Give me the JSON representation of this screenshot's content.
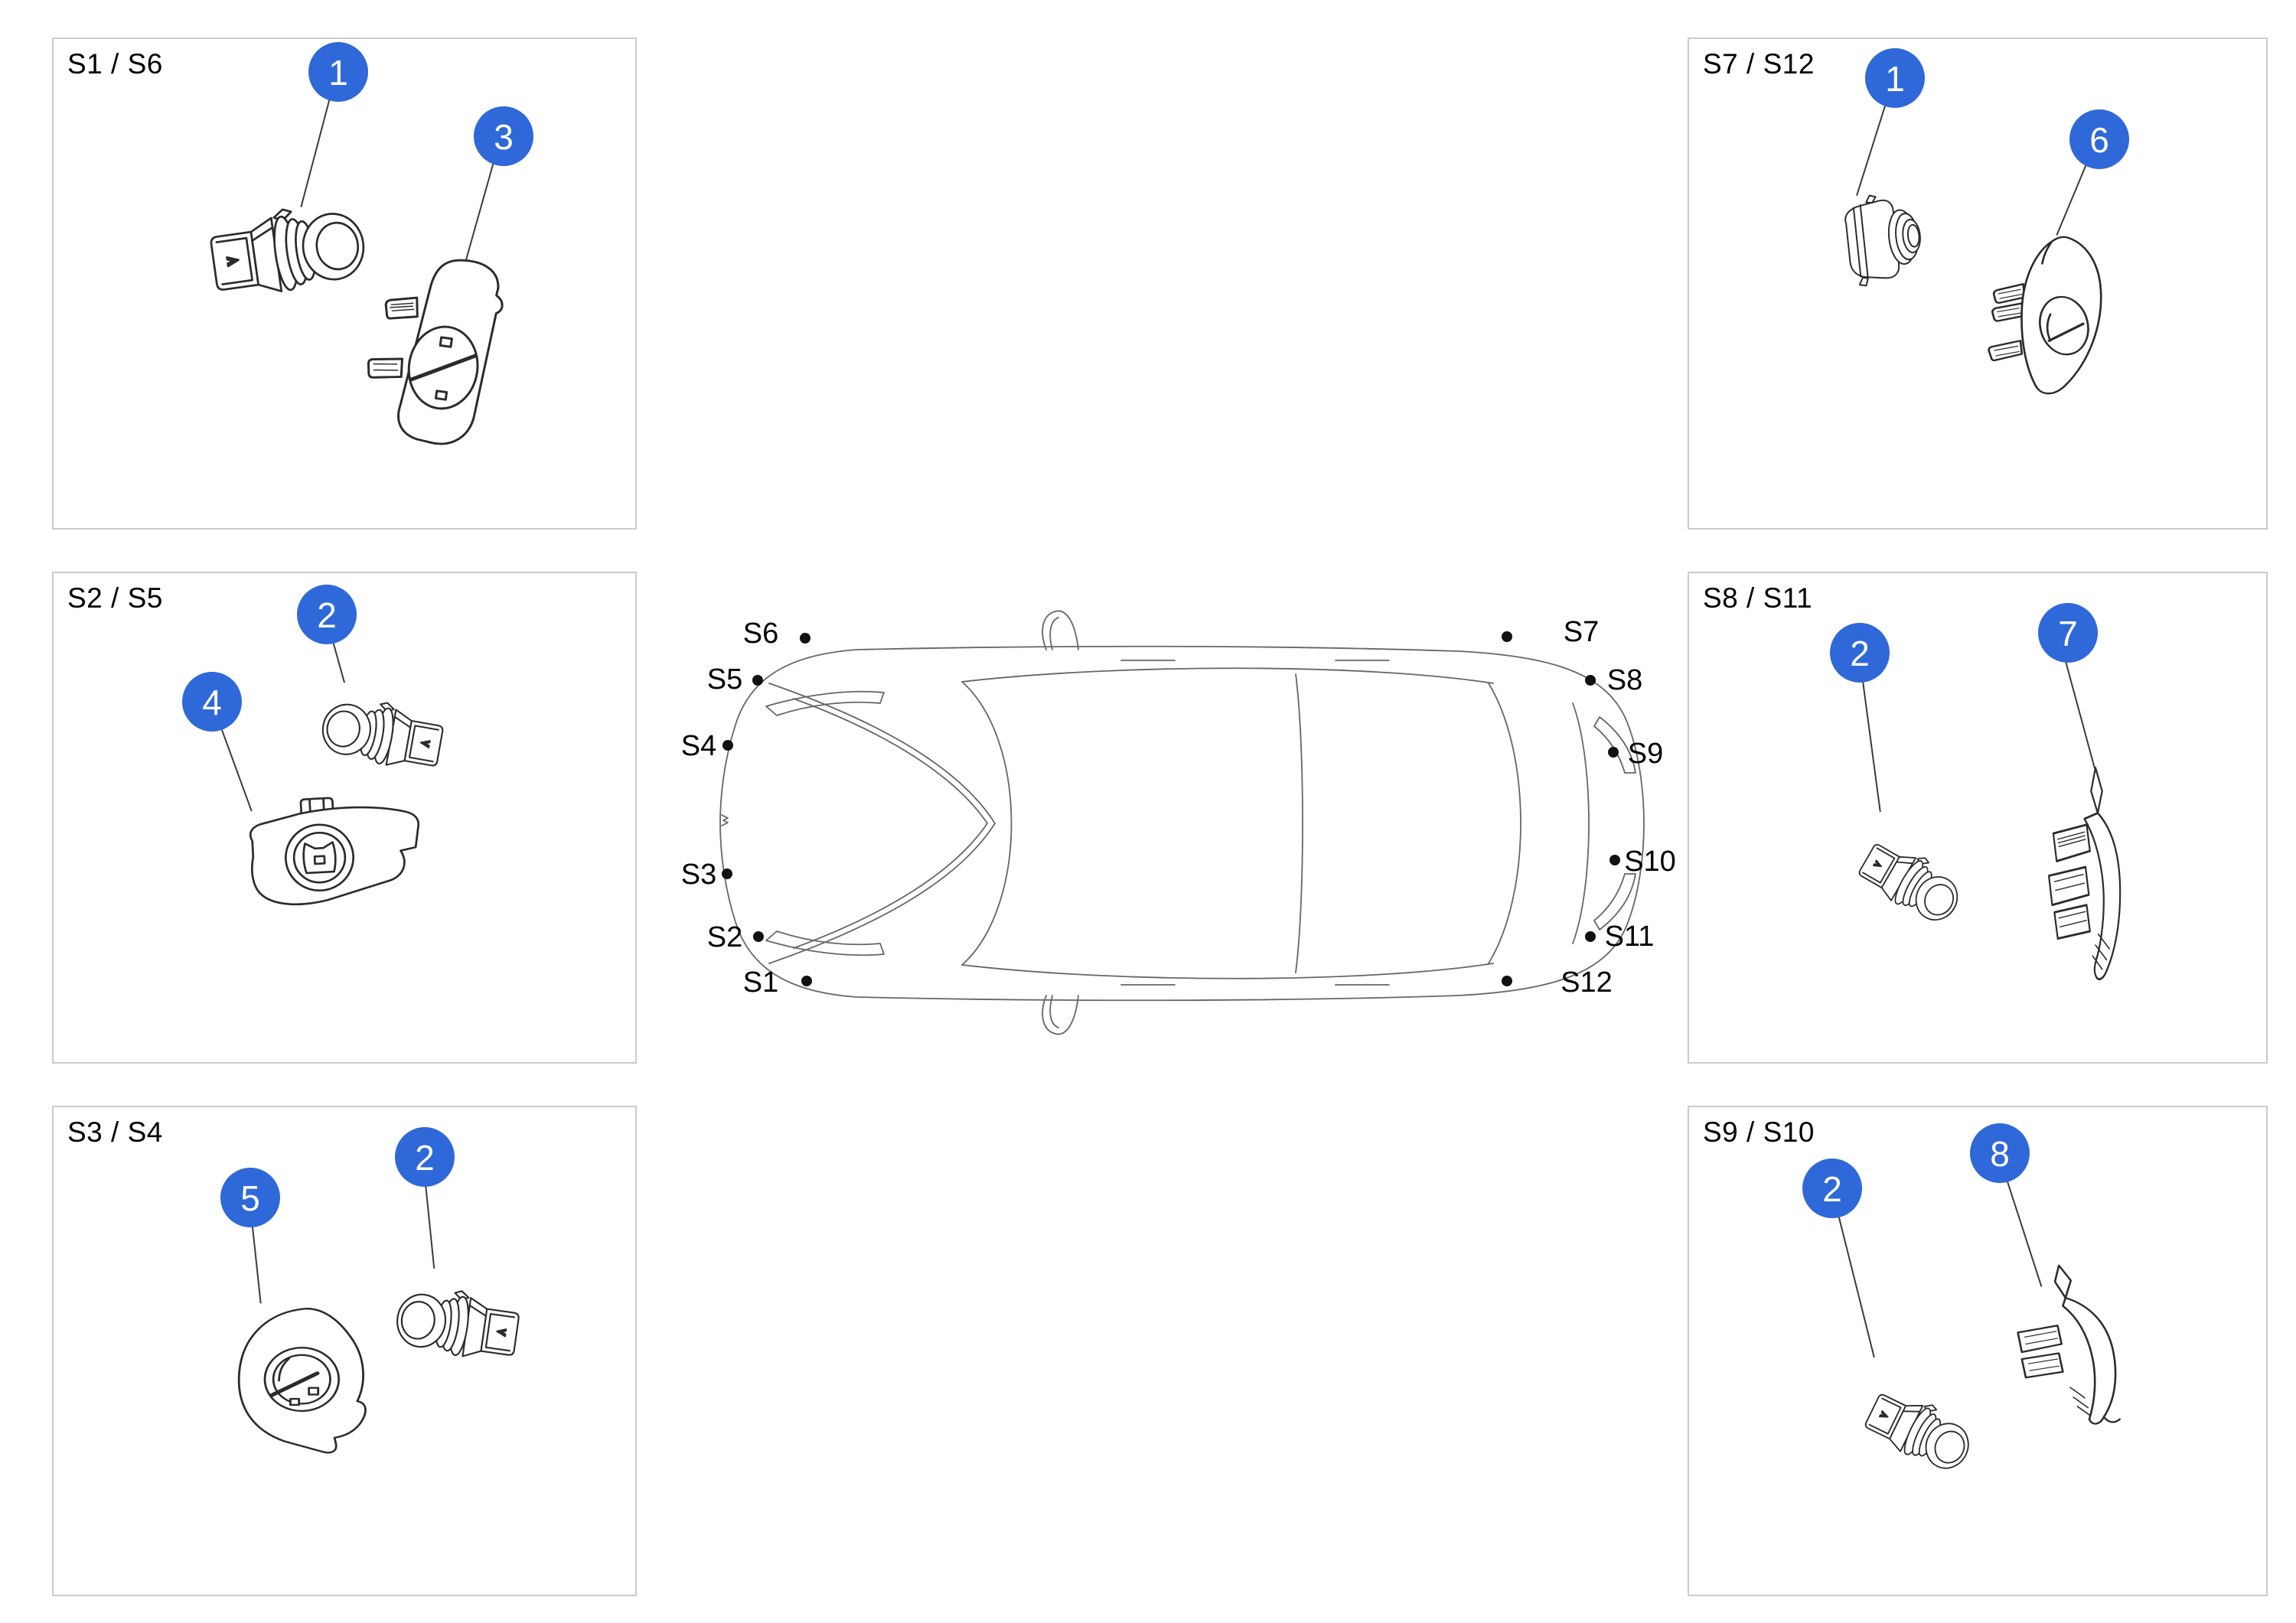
{
  "colors": {
    "accent_blue": "#2f68d8",
    "panel_border": "#cbcbcb",
    "part_line_art": "#2b2b2b",
    "car_line_art": "#666666",
    "leader_line": "#3a3a3a",
    "label_text": "#000000",
    "callout_number_text": "#ffffff"
  },
  "panels": [
    {
      "id": "s1-s6",
      "title": "S1 / S6",
      "callouts": [
        {
          "number": "1"
        },
        {
          "number": "3"
        }
      ]
    },
    {
      "id": "s2-s5",
      "title": "S2 / S5",
      "callouts": [
        {
          "number": "2"
        },
        {
          "number": "4"
        }
      ]
    },
    {
      "id": "s3-s4",
      "title": "S3 / S4",
      "callouts": [
        {
          "number": "5"
        },
        {
          "number": "2"
        }
      ]
    },
    {
      "id": "s7-s12",
      "title": "S7 / S12",
      "callouts": [
        {
          "number": "1"
        },
        {
          "number": "6"
        }
      ]
    },
    {
      "id": "s8-s11",
      "title": "S8 / S11",
      "callouts": [
        {
          "number": "2"
        },
        {
          "number": "7"
        }
      ]
    },
    {
      "id": "s9-s10",
      "title": "S9 / S10",
      "callouts": [
        {
          "number": "2"
        },
        {
          "number": "8"
        }
      ]
    }
  ],
  "car_diagram": {
    "labels": [
      "S1",
      "S2",
      "S3",
      "S4",
      "S5",
      "S6",
      "S7",
      "S8",
      "S9",
      "S10",
      "S11",
      "S12"
    ]
  }
}
